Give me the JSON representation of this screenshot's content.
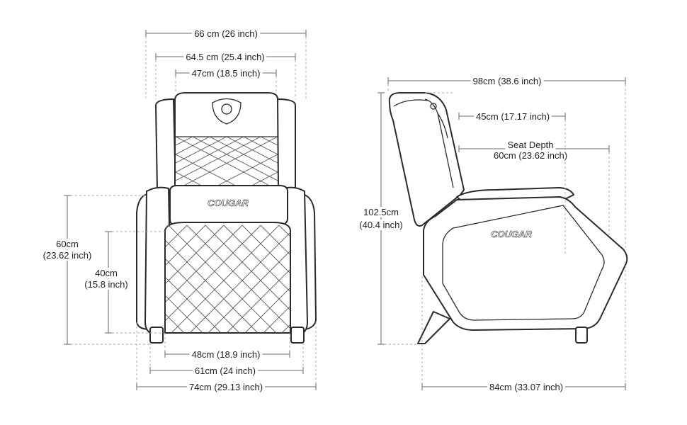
{
  "brand": {
    "logo_text": "COUGAR"
  },
  "front_view": {
    "dimensions": {
      "overall_width": "66 cm (26 inch)",
      "backrest_outer_width": "64.5 cm (25.4 inch)",
      "backrest_inner_width": "47cm (18.5 inch)",
      "seat_width": "48cm (18.9 inch)",
      "base_width": "61cm (24 inch)",
      "total_width": "74cm (29.13 inch)",
      "armrest_height_cm": "60cm",
      "armrest_height_in": "(23.62 inch)",
      "seat_height_cm": "40cm",
      "seat_height_in": "(15.8 inch)"
    }
  },
  "side_view": {
    "dimensions": {
      "top_depth": "98cm (38.6 inch)",
      "headrest_depth": "45cm (17.17 inch)",
      "seat_depth_title": "Seat Depth",
      "seat_depth_value": "60cm (23.62 inch)",
      "overall_height_cm": "102.5cm",
      "overall_height_in": "(40.4 inch)",
      "bottom_depth": "84cm (33.07 inch)"
    }
  },
  "colors": {
    "dimension_line": "#888888",
    "outline": "#2a2a2a",
    "text": "#222222"
  }
}
